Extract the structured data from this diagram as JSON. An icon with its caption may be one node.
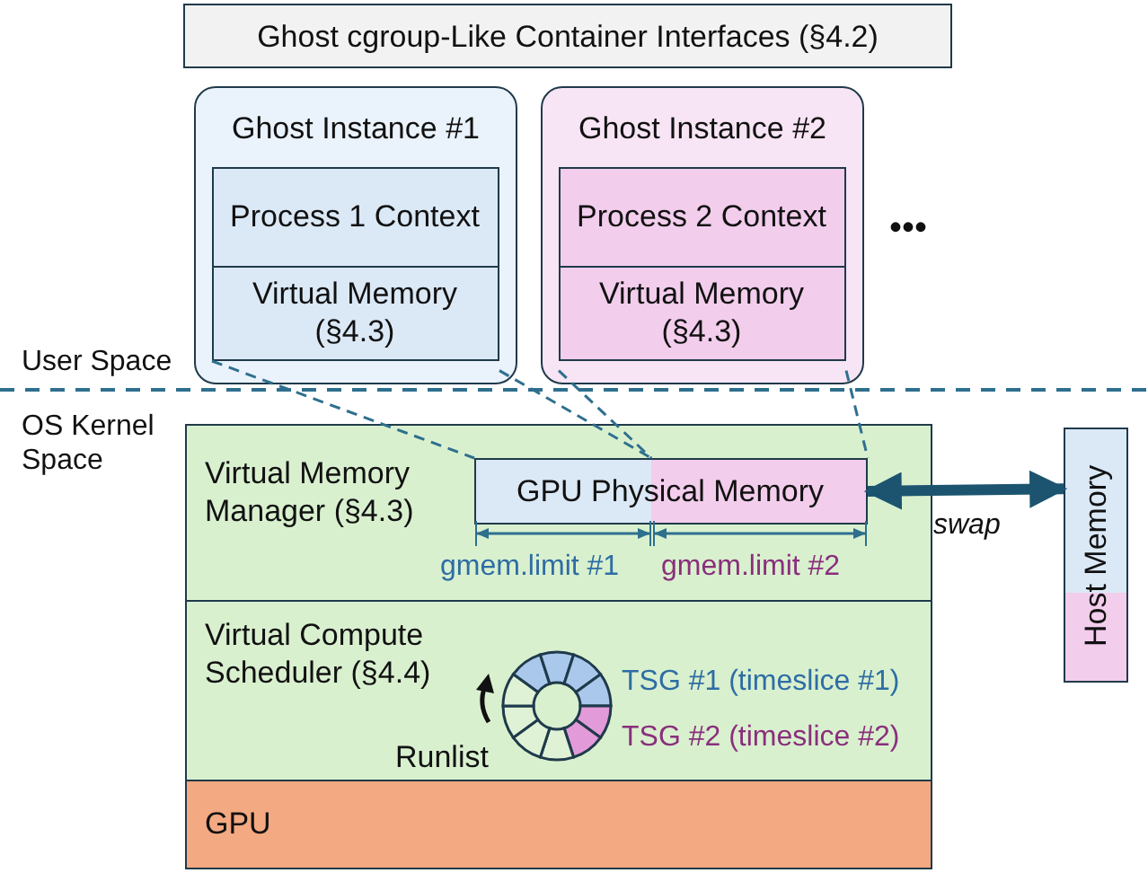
{
  "diagram": {
    "nodes": [
      {
        "text": [
          "Ghost cgroup-Like Container Interfaces (§4.2)"
        ]
      },
      {
        "text": [
          "Ghost Instance #1"
        ]
      },
      {
        "text": [
          "Process 1 Context"
        ],
        "in": 1
      },
      {
        "text": [
          "Virtual Memory (§4.3)"
        ],
        "in": 1
      },
      {
        "text": [
          "Ghost Instance #2"
        ]
      },
      {
        "text": [
          "Process 2 Context"
        ],
        "in": 4
      },
      {
        "text": [
          "Virtual Memory (§4.3)"
        ],
        "in": 4
      },
      {
        "text": [
          "Virtual Memory Manager (§4.3)"
        ]
      },
      {
        "text": [
          "GPU Physical Memory"
        ],
        "in": 7
      },
      {
        "text": [
          "Virtual Compute Scheduler (§4.4)"
        ]
      },
      {
        "text": [
          "GPU"
        ]
      },
      {
        "text": [
          "Host Memory"
        ]
      }
    ],
    "edges": [
      {
        "from": 3,
        "to": 8,
        "arrow": "none",
        "style": "dashed"
      },
      {
        "from": 6,
        "to": 8,
        "arrow": "none",
        "style": "dashed"
      },
      {
        "from": 8,
        "to": 11,
        "arrow": "both",
        "label": "swap",
        "style": "thick",
        "color": "#1c5470"
      }
    ],
    "labels": [
      "•••",
      "User Space",
      "OS Kernel Space",
      "gmem.limit #1",
      "gmem.limit #2",
      "Runlist",
      "TSG #1 (timeslice #1)",
      "TSG #2 (timeslice #2)"
    ]
  }
}
